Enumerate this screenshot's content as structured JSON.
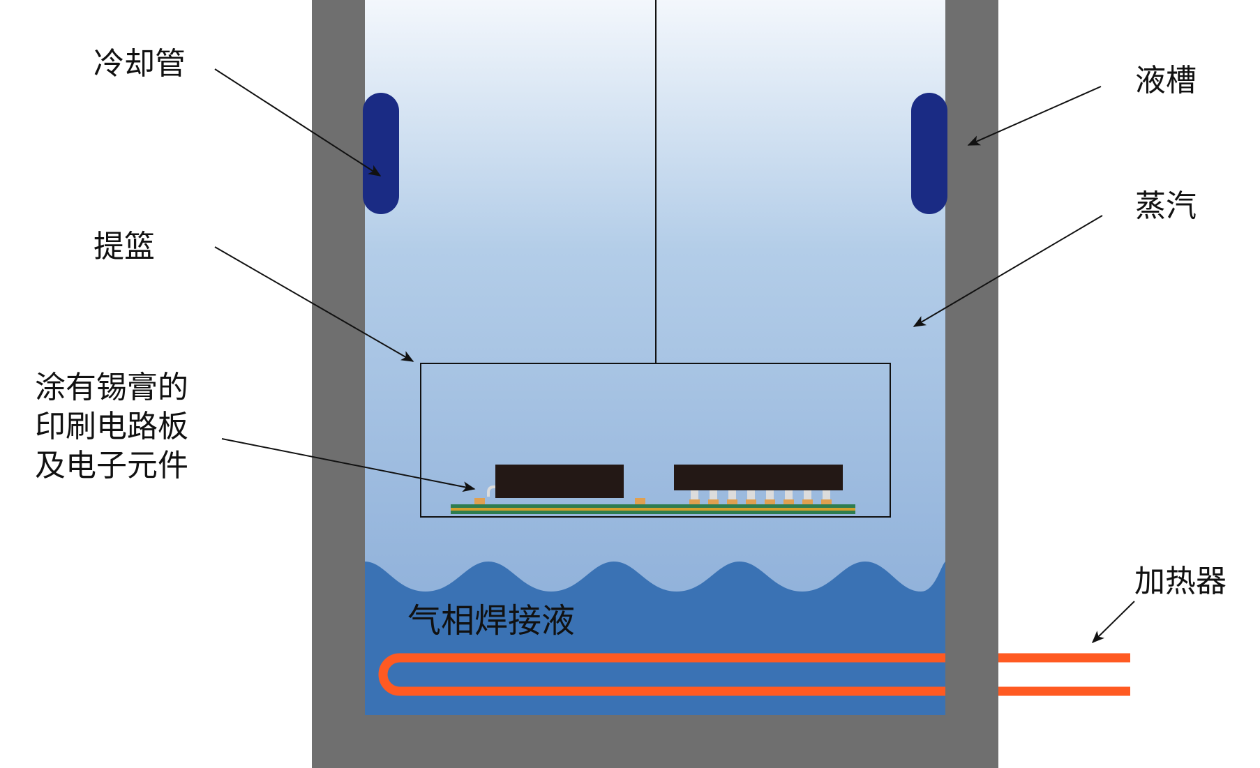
{
  "labels": {
    "cooling_pipe": "冷却管",
    "tank": "液槽",
    "vapor": "蒸汽",
    "basket": "提篮",
    "pcb_line1": "涂有锡膏的",
    "pcb_line2": "印刷电路板",
    "pcb_line3": "及电子元件",
    "liquid": "气相焊接液",
    "heater": "加热器"
  },
  "colors": {
    "tank_wall": "#6f6f6f",
    "vapor_top": "#f3f7fc",
    "vapor_bottom": "#86a9d6",
    "liquid": "#3a72b4",
    "cooling_pipe": "#1a2b84",
    "heater": "#ff5a22",
    "component": "#231815",
    "pcb_green": "#2e7d4f",
    "pcb_gold": "#d4a02c",
    "solder_pad": "#e0a050",
    "lead": "#dcdcdc"
  }
}
